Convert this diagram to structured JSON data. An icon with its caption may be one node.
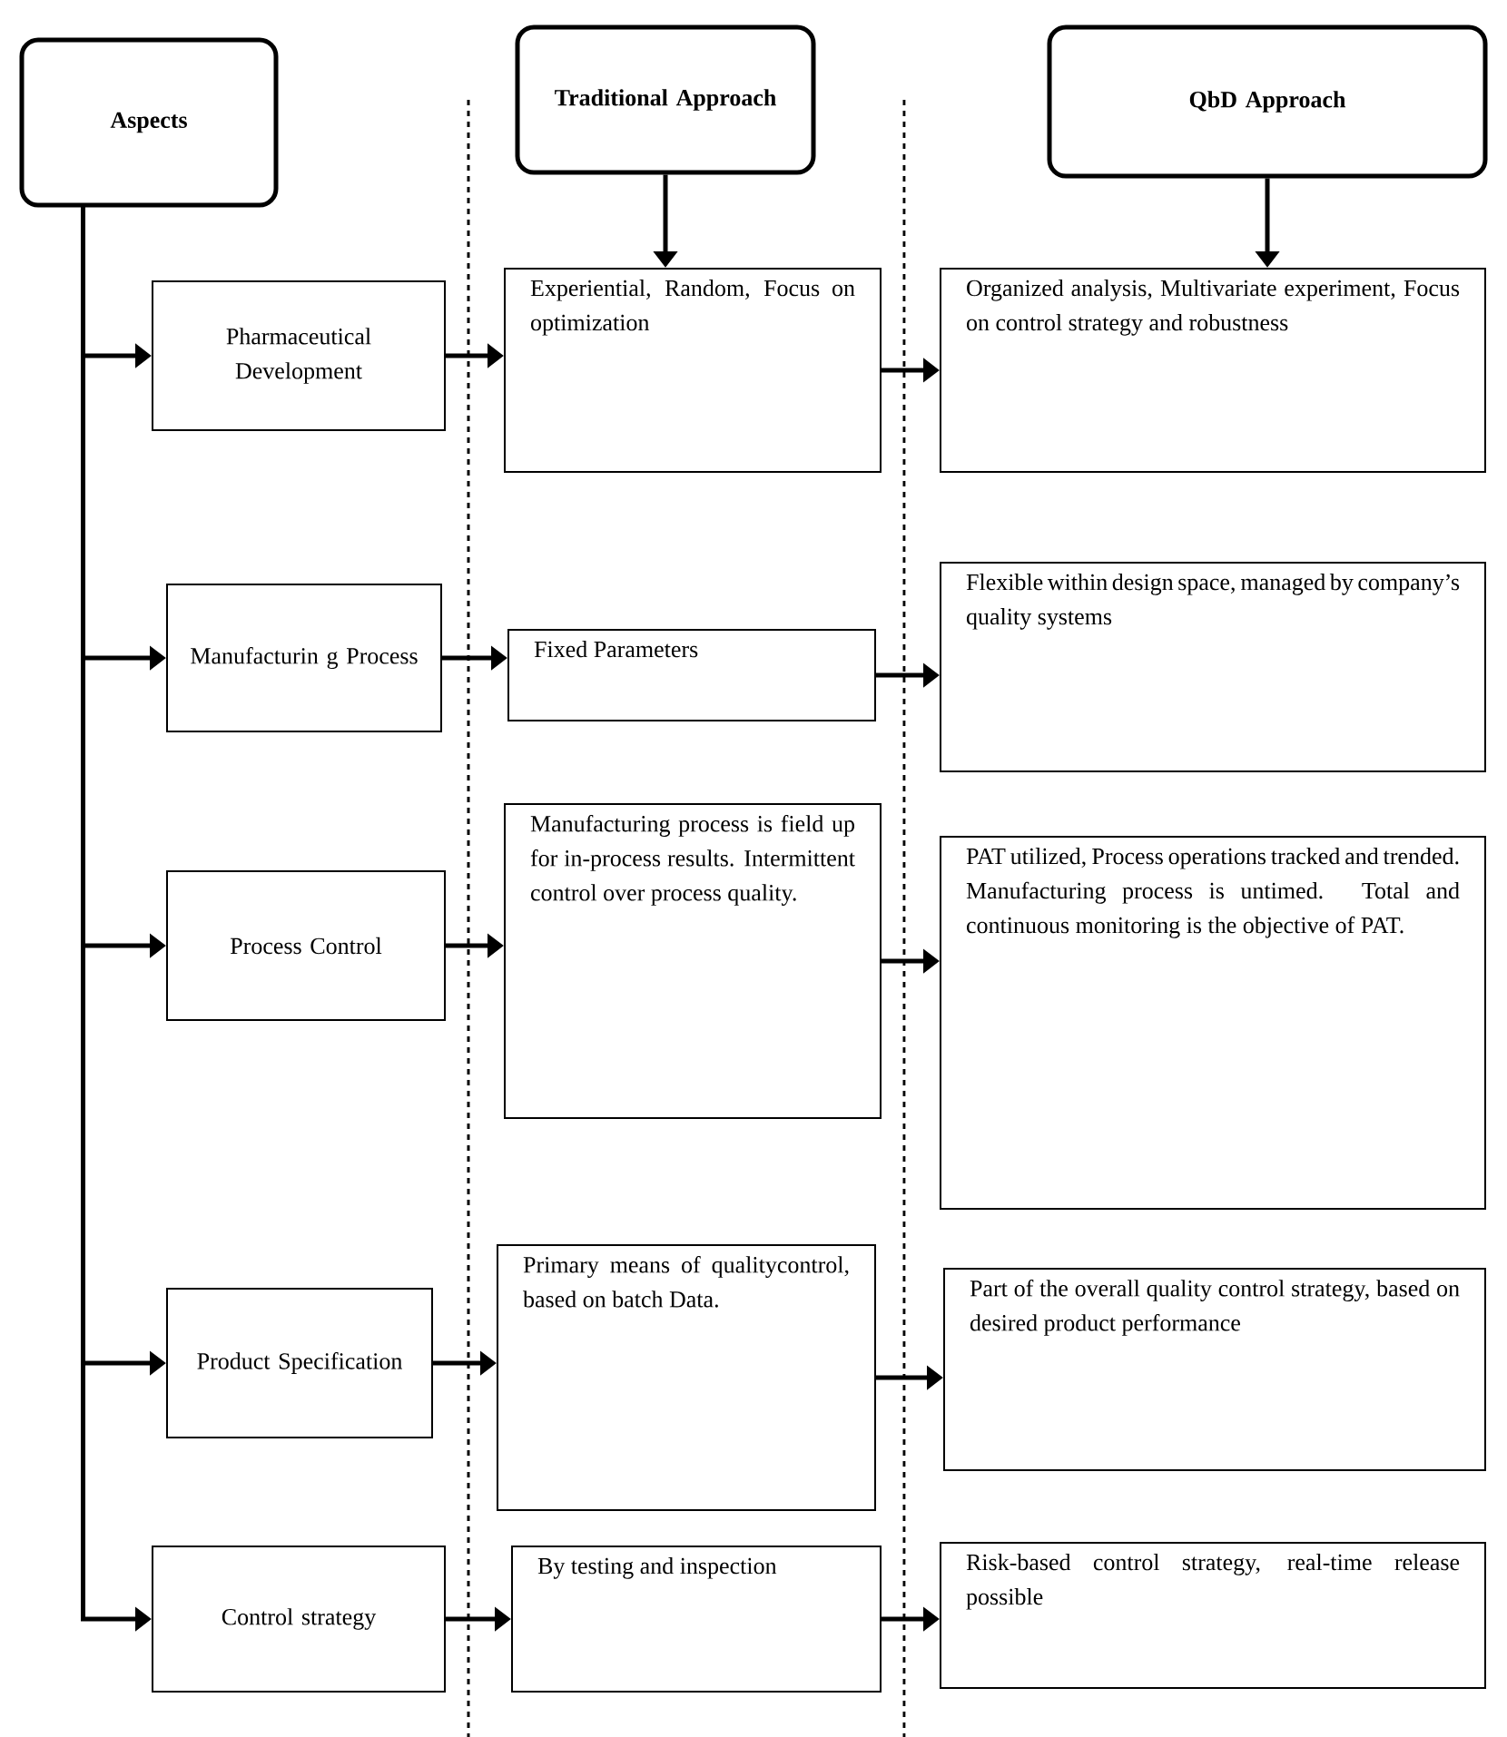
{
  "diagram": {
    "nodes": [
      {
        "text": [
          "Aspects"
        ]
      },
      {
        "text": [
          "Traditional Approach"
        ]
      },
      {
        "text": [
          "QbD Approach"
        ]
      },
      {
        "text": [
          "Pharmaceutical Development"
        ]
      },
      {
        "text": [
          "Experiential, Random, Focus on optimization"
        ]
      },
      {
        "text": [
          "Organized analysis, Multivariate experiment, Focus on control strategy and robustness"
        ]
      },
      {
        "text": [
          "Manufacturin g Process"
        ]
      },
      {
        "text": [
          "Fixed Parameters"
        ]
      },
      {
        "text": [
          "Flexible within design space, managed by company’s quality systems"
        ]
      },
      {
        "text": [
          "Process Control"
        ]
      },
      {
        "text": [
          "Manufacturing process is field up for in-process results. Intermittent control over process quality."
        ]
      },
      {
        "text": [
          "PAT utilized, Process operations tracked and trended. Manufacturing process is untimed. Total and continuous monitoring is the objective of PAT."
        ]
      },
      {
        "text": [
          "Product Specification"
        ]
      },
      {
        "text": [
          "Primary means of qualitycontrol, based on batch Data."
        ]
      },
      {
        "text": [
          "Part of the overall quality control strategy, based on desired product performance"
        ]
      },
      {
        "text": [
          "Control strategy"
        ]
      },
      {
        "text": [
          "By testing and inspection"
        ]
      },
      {
        "text": [
          "Risk-based control strategy, real-time release possible"
        ]
      }
    ],
    "edges": [
      {
        "from": 0,
        "to": 3,
        "arrow": "to"
      },
      {
        "from": 0,
        "to": 6,
        "arrow": "to"
      },
      {
        "from": 0,
        "to": 9,
        "arrow": "to"
      },
      {
        "from": 0,
        "to": 12,
        "arrow": "to"
      },
      {
        "from": 0,
        "to": 15,
        "arrow": "to"
      },
      {
        "from": 1,
        "to": 4,
        "arrow": "to"
      },
      {
        "from": 2,
        "to": 5,
        "arrow": "to"
      },
      {
        "from": 3,
        "to": 4,
        "arrow": "to"
      },
      {
        "from": 4,
        "to": 5,
        "arrow": "to"
      },
      {
        "from": 6,
        "to": 7,
        "arrow": "to"
      },
      {
        "from": 7,
        "to": 8,
        "arrow": "to"
      },
      {
        "from": 9,
        "to": 10,
        "arrow": "to"
      },
      {
        "from": 10,
        "to": 11,
        "arrow": "to"
      },
      {
        "from": 12,
        "to": 13,
        "arrow": "to"
      },
      {
        "from": 13,
        "to": 14,
        "arrow": "to"
      },
      {
        "from": 15,
        "to": 16,
        "arrow": "to"
      },
      {
        "from": 16,
        "to": 17,
        "arrow": "to"
      }
    ]
  }
}
